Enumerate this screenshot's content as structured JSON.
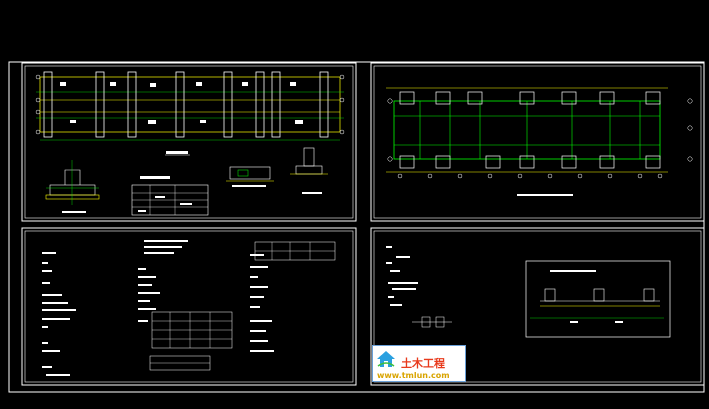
{
  "window": {
    "title": "CAD drawing sheet preview"
  },
  "sheets": [
    {
      "id": "sheet-1",
      "label": "",
      "content": "building foundation layout and details"
    },
    {
      "id": "sheet-2",
      "label": "",
      "content": "foundation plan grid"
    },
    {
      "id": "sheet-3",
      "label": "",
      "content": "design notes and tables"
    },
    {
      "id": "sheet-4",
      "label": "",
      "content": "notes and foundation section"
    }
  ],
  "watermark": {
    "chinese_text": "土木工程",
    "url_text": "www.tmlun.com"
  },
  "colors": {
    "background": "#000000",
    "frame": "#ffffff",
    "grid_green": "#00ff00",
    "cad_yellow": "#ffff00",
    "cad_cyan": "#00ffff",
    "cad_white": "#ffffff",
    "cad_red": "#ff0000",
    "cad_magenta": "#ff00ff"
  }
}
